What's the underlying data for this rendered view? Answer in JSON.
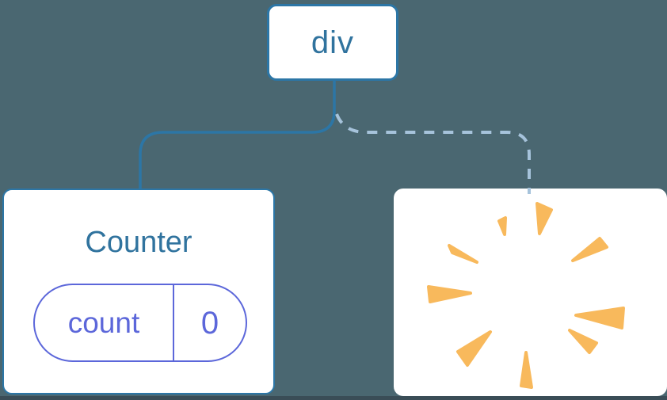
{
  "diagram": {
    "description": "react component tree: div parent with Counter child (solid link) and removed child shown as poof burst (dashed link)"
  },
  "root_node": {
    "label": "div"
  },
  "counter_node": {
    "title": "Counter",
    "state_pill": {
      "name": "count",
      "value": "0"
    }
  },
  "removed_node": {
    "icon": "poof-burst"
  },
  "connectors": {
    "left_link_style": "solid",
    "right_link_style": "dashed"
  },
  "colors": {
    "background": "#4A6771",
    "bottom_edge": "#3A4D57",
    "card_bg": "#FFFFFF",
    "node_border": "#2C76A6",
    "node_text": "#30739E",
    "solid_line": "#2C76A6",
    "dashed_line": "#A6C3DB",
    "pill": "#5C67DA",
    "burst": "#F8B95C"
  }
}
